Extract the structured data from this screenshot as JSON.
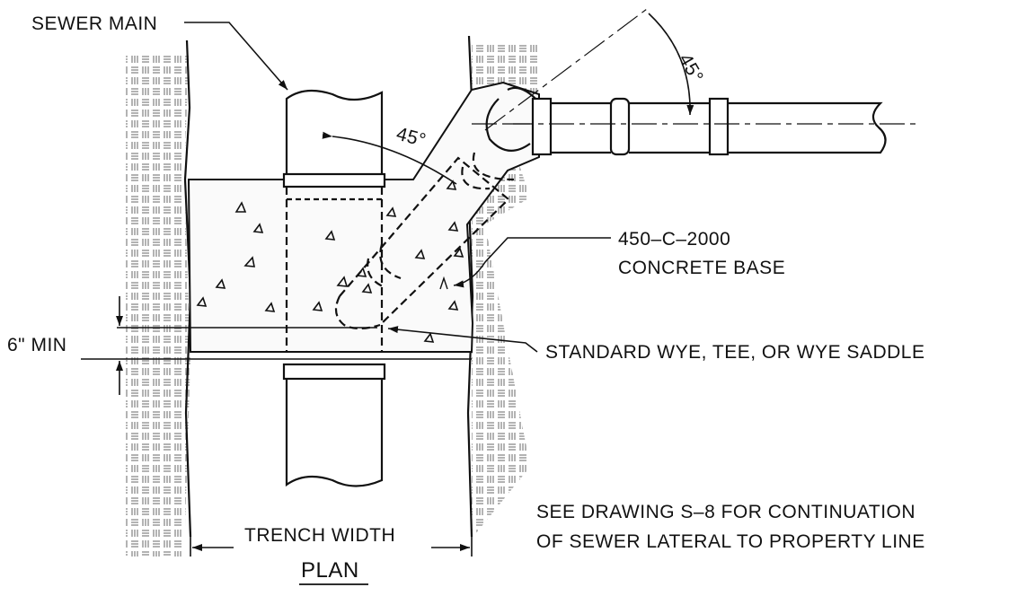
{
  "labels": {
    "sewer_main": "SEWER MAIN",
    "angle_top": "45°",
    "angle_branch": "45°",
    "concrete_code": "450–C–2000",
    "concrete_base": "CONCRETE BASE",
    "min_clearance": "6\" MIN",
    "fitting": "STANDARD WYE, TEE, OR WYE SADDLE",
    "note_line1": "SEE DRAWING S–8 FOR CONTINUATION",
    "note_line2": "OF SEWER LATERAL TO PROPERTY LINE",
    "trench_width": "TRENCH WIDTH",
    "view_title": "PLAN"
  },
  "colors": {
    "line": "#111111",
    "background": "#ffffff",
    "soil_hatch": "#555555"
  }
}
